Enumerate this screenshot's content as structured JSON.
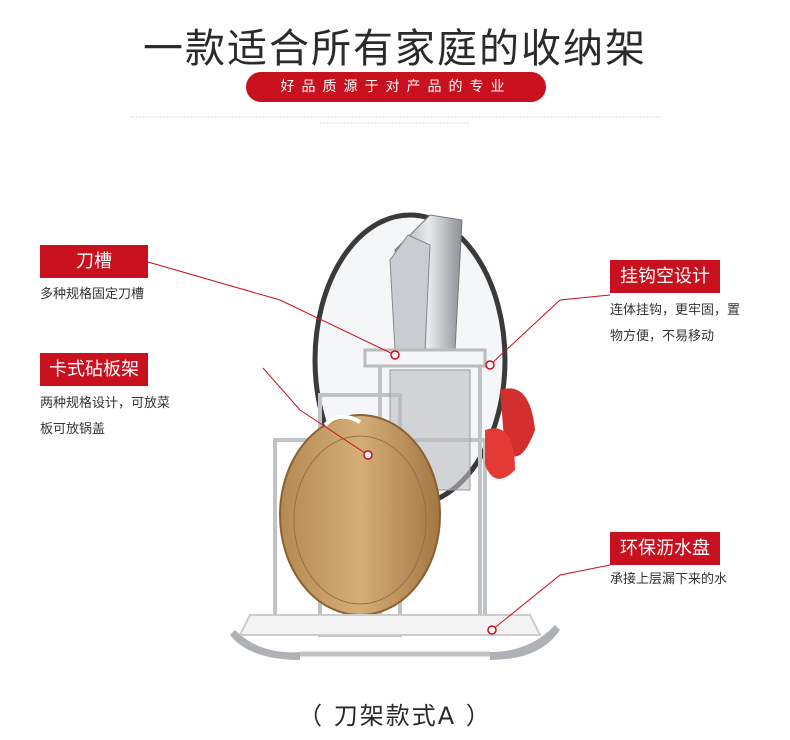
{
  "header": {
    "title": "一款适合所有家庭的收纳架",
    "tagline": "好品质源于对产品的专业"
  },
  "features": [
    {
      "label": "刀槽",
      "desc_lines": [
        "多种规格固定刀槽"
      ]
    },
    {
      "label": "卡式砧板架",
      "desc_lines": [
        "两种规格设计，可放菜",
        "板可放锅盖"
      ]
    },
    {
      "label": "挂钩空设计",
      "desc_lines": [
        "连体挂钩，更牢固，置",
        "物方便，不易移动"
      ]
    },
    {
      "label": "环保沥水盘",
      "desc_lines": [
        "承接上层漏下来的水"
      ]
    }
  ],
  "caption": "（ 刀架款式A ）",
  "colors": {
    "accent": "#c8101e",
    "text": "#2a2a2a"
  }
}
